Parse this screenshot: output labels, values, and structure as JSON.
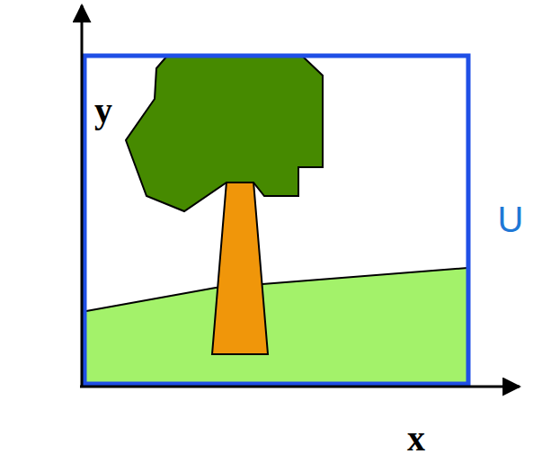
{
  "diagram": {
    "labels": [
      "y",
      "x",
      "U"
    ]
  }
}
